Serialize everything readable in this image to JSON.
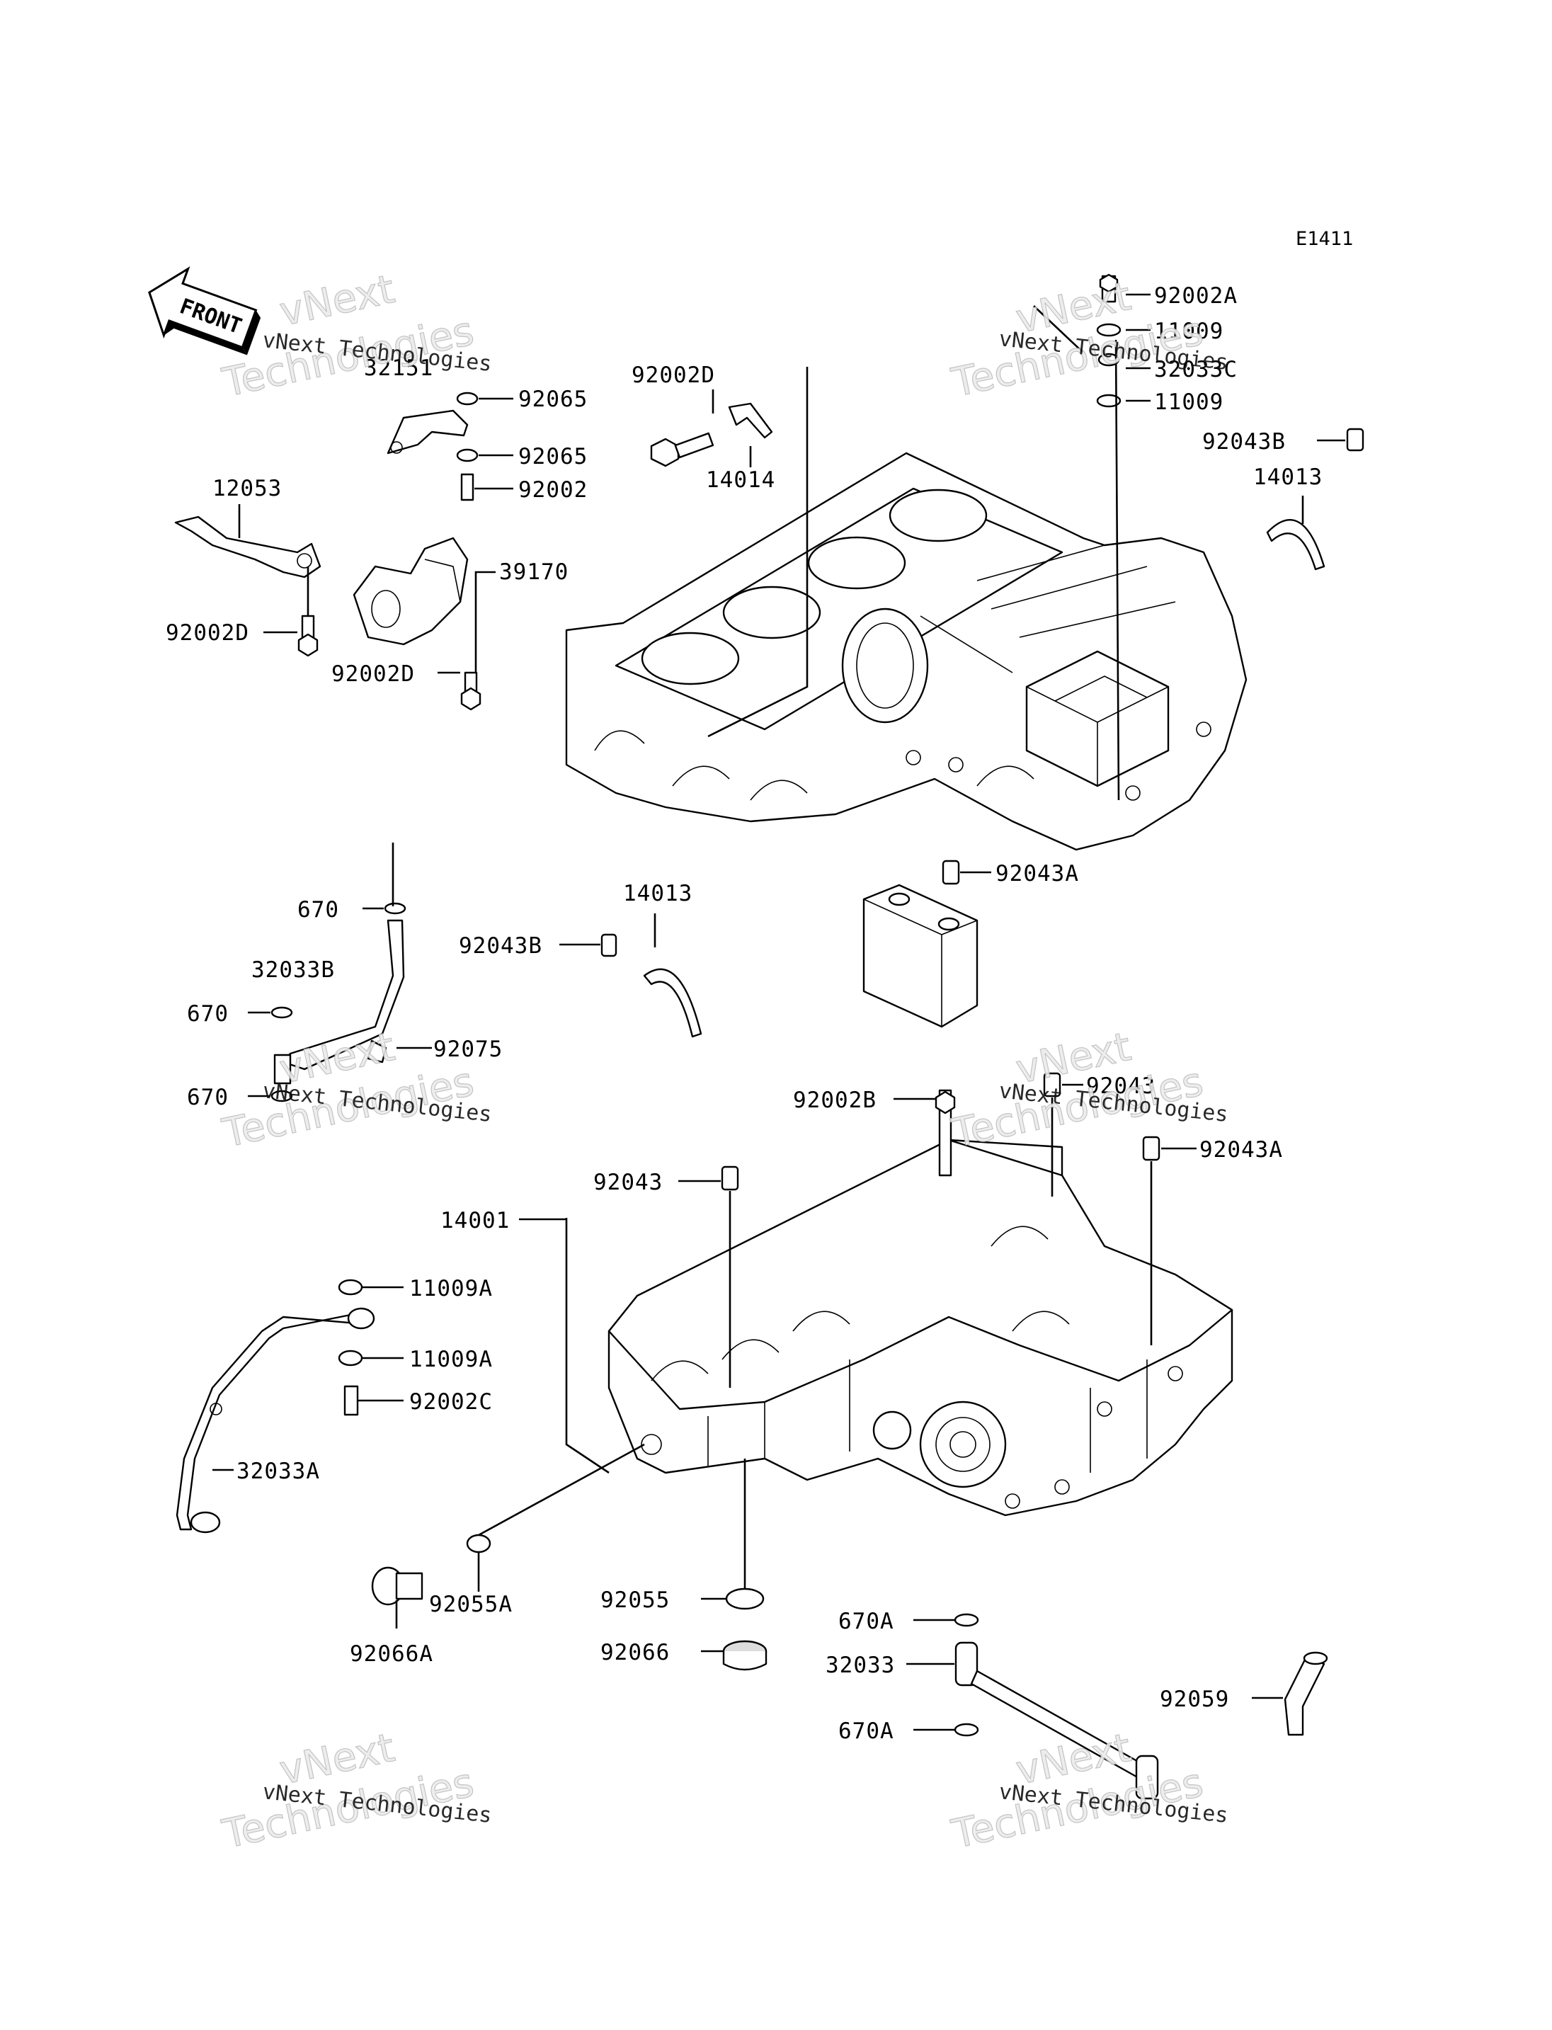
{
  "diagram_code": "E1411",
  "front_label": "FRONT",
  "watermark": {
    "line1": "vNext Technologies",
    "line2": "vNext",
    "line3": "Technologies"
  },
  "parts": [
    {
      "id": "p92002A",
      "label": "92002A"
    },
    {
      "id": "p11009a",
      "label": "11009"
    },
    {
      "id": "p32033C",
      "label": "32033C"
    },
    {
      "id": "p11009b",
      "label": "11009"
    },
    {
      "id": "p92043B_top",
      "label": "92043B"
    },
    {
      "id": "p14013_top",
      "label": "14013"
    },
    {
      "id": "p32151",
      "label": "32151"
    },
    {
      "id": "p92065a",
      "label": "92065"
    },
    {
      "id": "p92065b",
      "label": "92065"
    },
    {
      "id": "p92002",
      "label": "92002"
    },
    {
      "id": "p92002D_top",
      "label": "92002D"
    },
    {
      "id": "p14014",
      "label": "14014"
    },
    {
      "id": "p12053",
      "label": "12053"
    },
    {
      "id": "p39170",
      "label": "39170"
    },
    {
      "id": "p92002D_left",
      "label": "92002D"
    },
    {
      "id": "p92002D_mid",
      "label": "92002D"
    },
    {
      "id": "p670a",
      "label": "670"
    },
    {
      "id": "p32033B",
      "label": "32033B"
    },
    {
      "id": "p670b",
      "label": "670"
    },
    {
      "id": "p92075",
      "label": "92075"
    },
    {
      "id": "p670c",
      "label": "670"
    },
    {
      "id": "p14013_mid",
      "label": "14013"
    },
    {
      "id": "p92043B_mid",
      "label": "92043B"
    },
    {
      "id": "p92043A_top",
      "label": "92043A"
    },
    {
      "id": "p92002B",
      "label": "92002B"
    },
    {
      "id": "p92043_right",
      "label": "92043"
    },
    {
      "id": "p92043_left",
      "label": "92043"
    },
    {
      "id": "p92043A_right",
      "label": "92043A"
    },
    {
      "id": "p14001",
      "label": "14001"
    },
    {
      "id": "p11009Aa",
      "label": "11009A"
    },
    {
      "id": "p11009Ab",
      "label": "11009A"
    },
    {
      "id": "p92002C",
      "label": "92002C"
    },
    {
      "id": "p32033A",
      "label": "32033A"
    },
    {
      "id": "p92055A",
      "label": "92055A"
    },
    {
      "id": "p92066A",
      "label": "92066A"
    },
    {
      "id": "p92055",
      "label": "92055"
    },
    {
      "id": "p92066",
      "label": "92066"
    },
    {
      "id": "p670Aa",
      "label": "670A"
    },
    {
      "id": "p32033",
      "label": "32033"
    },
    {
      "id": "p670Ab",
      "label": "670A"
    },
    {
      "id": "p92059",
      "label": "92059"
    }
  ]
}
